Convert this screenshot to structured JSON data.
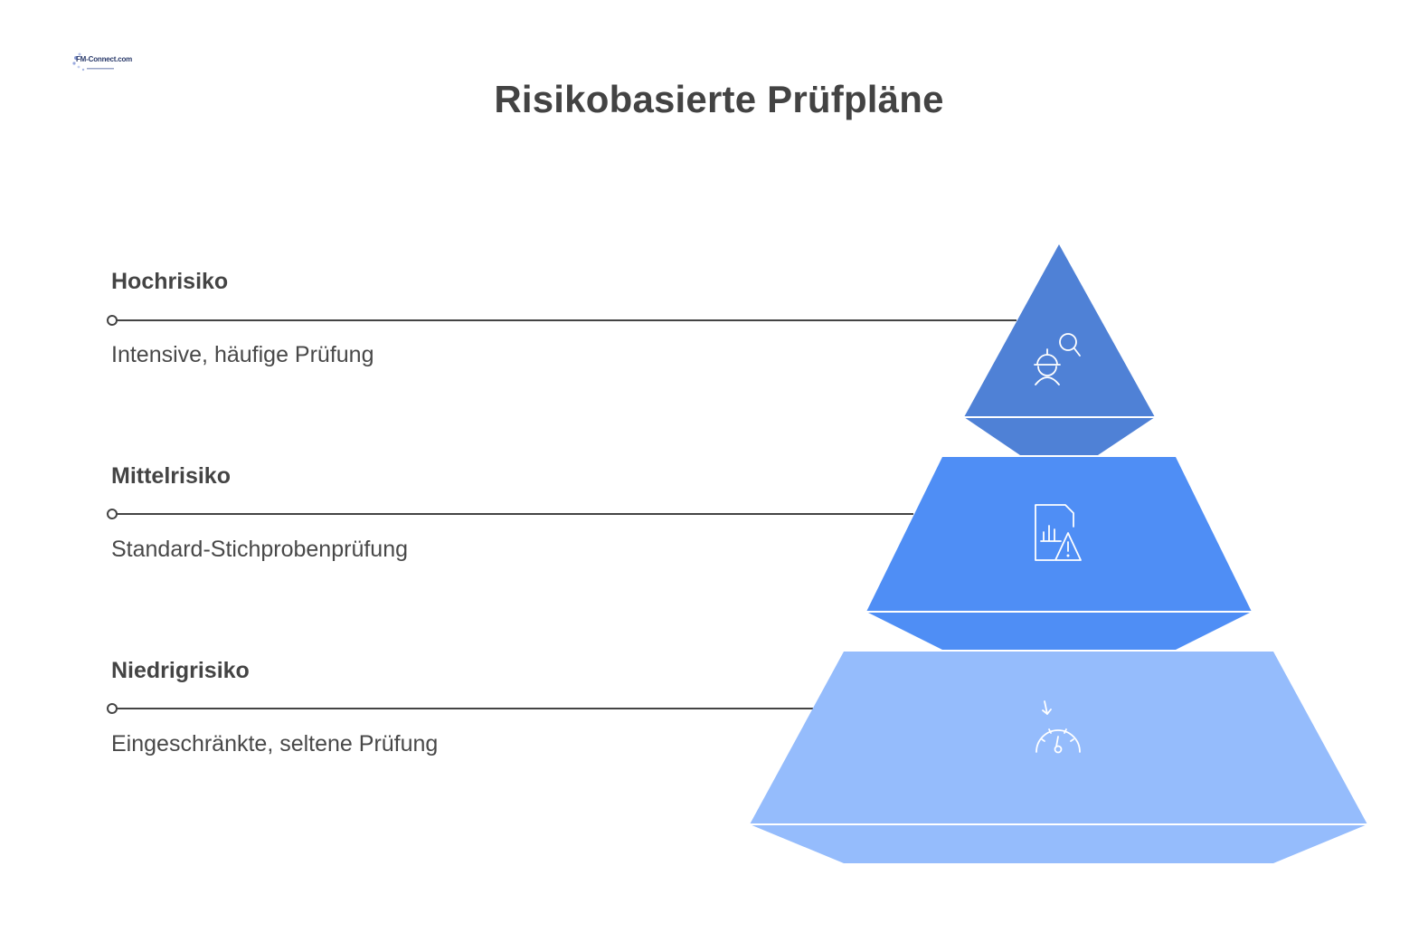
{
  "logo": {
    "text": "FM-Connect.com"
  },
  "title": "Risikobasierte Prüfpläne",
  "levels": [
    {
      "name": "Hochrisiko",
      "description": "Intensive, häufige Prüfung",
      "icon": "inspector-search-icon",
      "color": "#4f81d6"
    },
    {
      "name": "Mittelrisiko",
      "description": "Standard-Stichprobenprüfung",
      "icon": "report-warning-icon",
      "color": "#4f8ef5"
    },
    {
      "name": "Niedrigrisiko",
      "description": "Eingeschränkte, seltene Prüfung",
      "icon": "speedometer-low-icon",
      "color": "#95bcfc"
    }
  ]
}
